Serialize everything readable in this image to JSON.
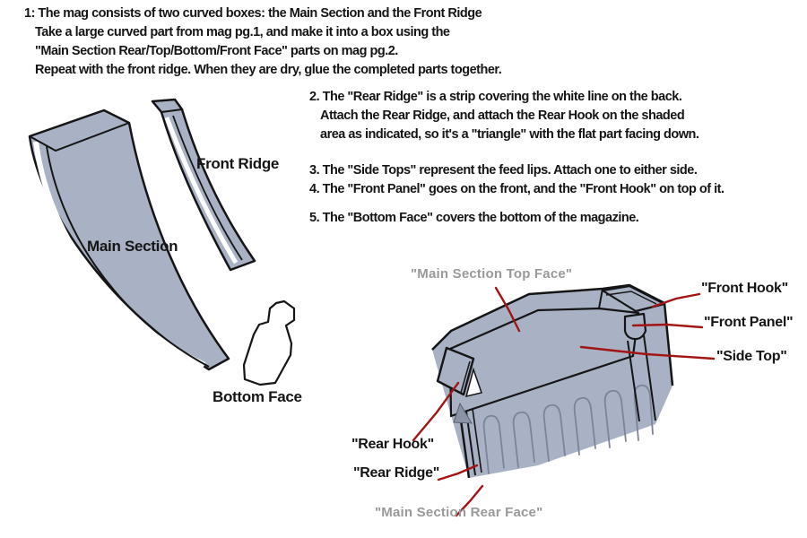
{
  "instructions": {
    "step1": {
      "lines": [
        "1: The mag consists of two curved boxes: the Main Section and the Front Ridge",
        "Take a large curved part from mag pg.1, and make it into a box using the",
        "\"Main Section Rear/Top/Bottom/Front Face\" parts on mag pg.2.",
        "Repeat with the front ridge. When they are dry, glue the completed parts together."
      ]
    },
    "steps2to5": {
      "lines": [
        "2. The \"Rear Ridge\" is a strip covering the white line on the back.",
        "Attach the Rear Ridge, and attach the Rear Hook on the shaded",
        "area as indicated, so it's a \"triangle\" with the flat part facing down.",
        "3. The \"Side Tops\" represent the feed lips. Attach one to either side.",
        "4. The \"Front Panel\" goes on the front, and the \"Front Hook\" on top of it.",
        "5. The \"Bottom Face\" covers the bottom of the magazine."
      ]
    }
  },
  "parts_diagram": {
    "labels": {
      "main_section": "Main Section",
      "front_ridge": "Front Ridge",
      "bottom_face": "Bottom Face"
    }
  },
  "assembly_diagram": {
    "labels": {
      "top_face": "\"Main Section Top Face\"",
      "front_hook": "\"Front Hook\"",
      "front_panel": "\"Front Panel\"",
      "side_top": "\"Side Top\"",
      "rear_hook": "\"Rear Hook\"",
      "rear_ridge": "\"Rear Ridge\"",
      "rear_face": "\"Main Section Rear Face\""
    }
  },
  "colors": {
    "part_fill": "#a8b2c4",
    "outline": "#151515",
    "rib_line": "#7c8497",
    "shade": "#8b94a7",
    "leader_line": "#a31414",
    "muted_label": "#999999",
    "background": "#ffffff"
  }
}
